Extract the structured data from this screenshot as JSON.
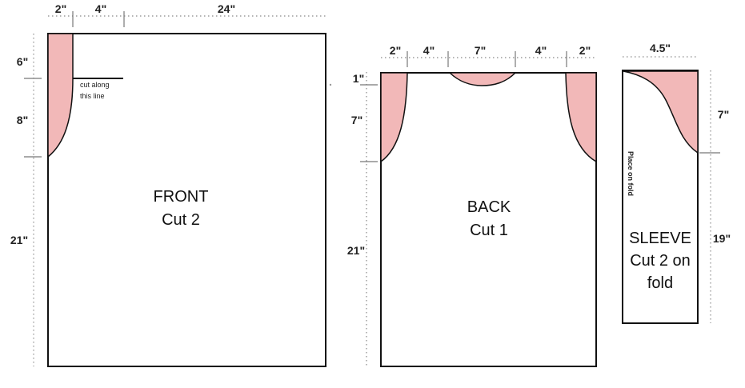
{
  "front": {
    "dims": {
      "top_a": "2\"",
      "top_b": "4\"",
      "top_c": "24\"",
      "left_a": "6\"",
      "left_b": "8\"",
      "left_c": "21\""
    },
    "label_line1": "FRONT",
    "label_line2": "Cut 2",
    "cut_note_line1": "cut along",
    "cut_note_line2": "this line"
  },
  "back": {
    "dims": {
      "top_a": "2\"",
      "top_b": "4\"",
      "top_c": "7\"",
      "top_d": "4\"",
      "top_e": "2\"",
      "left_a": "1\"",
      "left_b": "7\"",
      "left_c": "21\""
    },
    "label_line1": "BACK",
    "label_line2": "Cut 1"
  },
  "sleeve": {
    "dims": {
      "top": "4.5\"",
      "right_a": "7\"",
      "right_b": "19\""
    },
    "label_line1": "SLEEVE",
    "label_line2": "Cut 2 on",
    "label_line3": "fold",
    "fold_note": "Place on fold"
  },
  "colors": {
    "shade": "#f2b8b8",
    "outline": "#111111",
    "guide": "#8a8a8a"
  }
}
